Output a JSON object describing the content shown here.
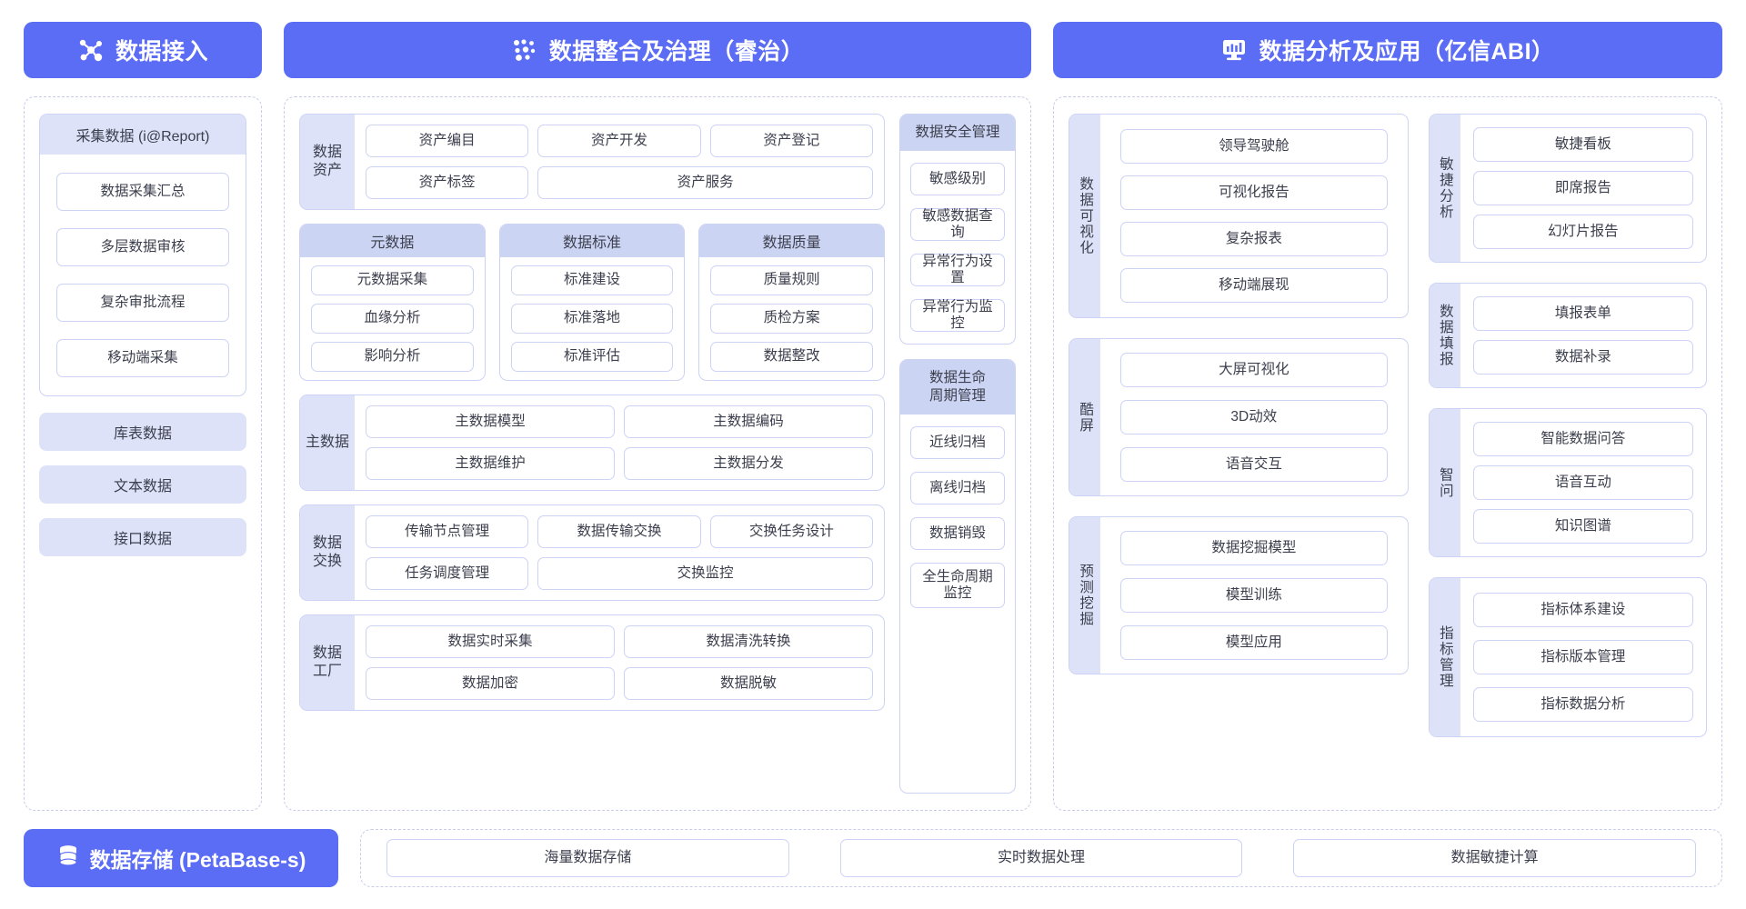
{
  "columns": {
    "access": {
      "header": {
        "title": "数据接入",
        "icon": "nodes-network-icon"
      },
      "collect_card": {
        "title": "采集数据 (i@Report)",
        "items": [
          "数据采集汇总",
          "多层数据审核",
          "复杂审批流程",
          "移动端采集"
        ]
      },
      "sources": [
        "库表数据",
        "文本数据",
        "接口数据"
      ]
    },
    "govern": {
      "header": {
        "title": "数据整合及治理（睿治）",
        "icon": "dots-cluster-icon"
      },
      "sections": [
        {
          "label": "数据\n资产",
          "items": [
            "资产编目",
            "资产开发",
            "资产登记",
            "资产标签",
            "资产服务"
          ]
        },
        {
          "label": "主数据",
          "items": [
            "主数据模型",
            "主数据编码",
            "主数据维护",
            "主数据分发"
          ]
        },
        {
          "label": "数据\n交换",
          "items": [
            "传输节点管理",
            "数据传输交换",
            "交换任务设计",
            "任务调度管理",
            "交换监控"
          ]
        },
        {
          "label": "数据\n工厂",
          "items": [
            "数据实时采集",
            "数据清洗转换",
            "数据加密",
            "数据脱敏"
          ]
        }
      ],
      "trio": [
        {
          "title": "元数据",
          "items": [
            "元数据采集",
            "血缘分析",
            "影响分析"
          ]
        },
        {
          "title": "数据标准",
          "items": [
            "标准建设",
            "标准落地",
            "标准评估"
          ]
        },
        {
          "title": "数据质量",
          "items": [
            "质量规则",
            "质检方案",
            "数据整改"
          ]
        }
      ],
      "side": [
        {
          "title": "数据安全管理",
          "items": [
            "敏感级别",
            "敏感数据查询",
            "异常行为设置",
            "异常行为监控"
          ]
        },
        {
          "title": "数据生命\n周期管理",
          "items": [
            "近线归档",
            "离线归档",
            "数据销毁",
            "全生命周期\n监控"
          ]
        }
      ]
    },
    "analysis": {
      "header": {
        "title": "数据分析及应用（亿信ABI）",
        "icon": "monitor-chart-icon"
      },
      "left_groups": [
        {
          "label": "数据可视化",
          "items": [
            "领导驾驶舱",
            "可视化报告",
            "复杂报表",
            "移动端展现"
          ]
        },
        {
          "label": "酷屏",
          "items": [
            "大屏可视化",
            "3D动效",
            "语音交互"
          ]
        },
        {
          "label": "预测挖掘",
          "items": [
            "数据挖掘模型",
            "模型训练",
            "模型应用"
          ]
        }
      ],
      "right_groups": [
        {
          "label": "敏捷分析",
          "items": [
            "敏捷看板",
            "即席报告",
            "幻灯片报告"
          ]
        },
        {
          "label": "数据填报",
          "items": [
            "填报表单",
            "数据补录"
          ]
        },
        {
          "label": "智问",
          "items": [
            "智能数据问答",
            "语音互动",
            "知识图谱"
          ]
        },
        {
          "label": "指标管理",
          "items": [
            "指标体系建设",
            "指标版本管理",
            "指标数据分析"
          ]
        }
      ]
    }
  },
  "bottom": {
    "storage": {
      "title": "数据存储 (PetaBase-s)",
      "icon": "database-stack-icon"
    },
    "capabilities": [
      "海量数据存储",
      "实时数据处理",
      "数据敏捷计算"
    ]
  },
  "colors": {
    "brand": "#5b6cf5",
    "label_bg": "#dde2f8",
    "head_bg": "#ccd4f3",
    "chip_border": "#ccd3f5",
    "dashed_border": "#c8cce8",
    "text": "#3c3f4d"
  }
}
